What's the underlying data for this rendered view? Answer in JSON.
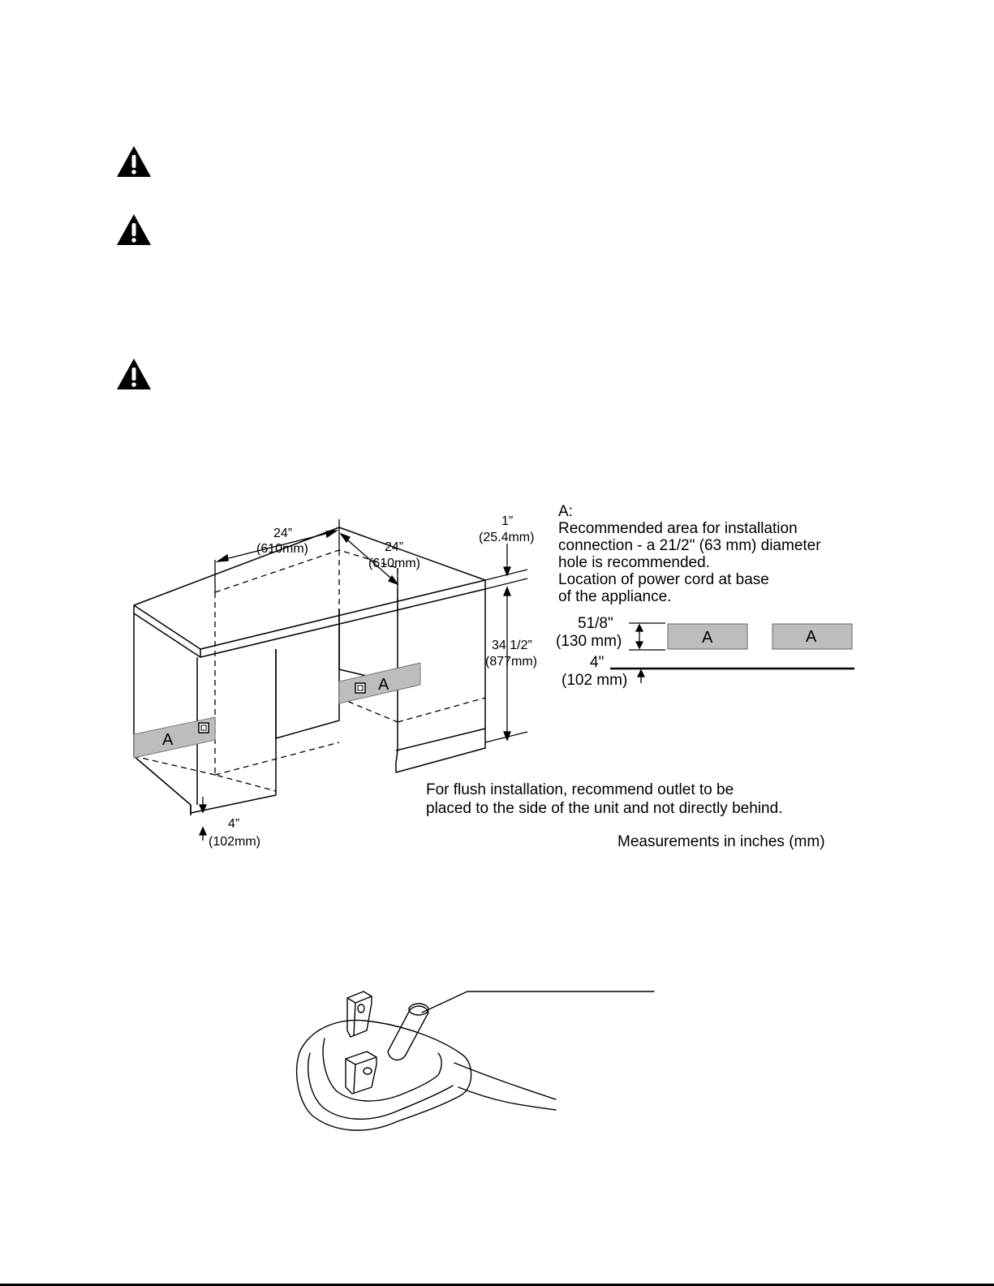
{
  "warnings": [
    {
      "icon": "warning-triangle-icon"
    },
    {
      "icon": "warning-triangle-icon"
    },
    {
      "icon": "warning-triangle-icon"
    }
  ],
  "diagram": {
    "dim_width_left": {
      "in": "24”",
      "mm": "(610mm)"
    },
    "dim_width_right": {
      "in": "24”",
      "mm": "(610mm)"
    },
    "dim_top": {
      "in": "1”",
      "mm": "(25.4mm)"
    },
    "dim_height": {
      "in": "34 1/2”",
      "mm": "(877mm)"
    },
    "dim_bottom": {
      "in": "4”",
      "mm": "(102mm)"
    },
    "area_label": "A",
    "legend": {
      "title": "A:",
      "lines": [
        "Recommended area for installation",
        "connection - a 21/2\" (63 mm) diameter",
        "hole is recommended.",
        "Location of power cord at base",
        "of the appliance."
      ]
    },
    "detail": {
      "dim_band": {
        "in": "51/8\"",
        "mm": "(130 mm)"
      },
      "dim_floor": {
        "in": "4\"",
        "mm": "(102 mm)"
      },
      "box_left": "A",
      "box_right": "A"
    },
    "flush_note": [
      "For flush installation, recommend outlet to be",
      "placed to the side of the unit and not directly behind."
    ],
    "units_note": "Measurements in inches (mm)"
  },
  "plug": {
    "icon": "three-prong-plug-icon"
  }
}
